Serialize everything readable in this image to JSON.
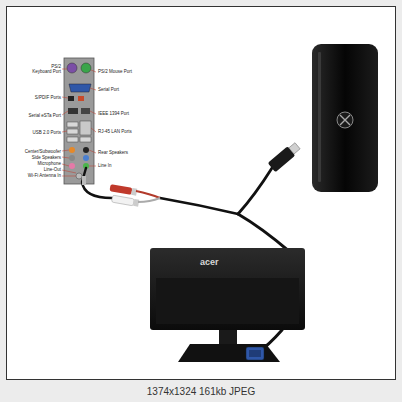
{
  "diagram": {
    "caption": "1374x1324 161kb JPEG",
    "labels": [
      "PS/2 Keyboard Port",
      "PS/2 Mouse Port",
      "S/PDIF Ports",
      "Serial Port",
      "Serial eSTa Port",
      "IEEE 1394 Port",
      "USB 2.0 Ports",
      "RJ-45 LAN Ports",
      "Center/Subwoofer",
      "Side Speakers",
      "Rear Speakers",
      "Microphone",
      "Line In",
      "Line-Out",
      "Wi-Fi Antenna In",
      "acer"
    ]
  }
}
